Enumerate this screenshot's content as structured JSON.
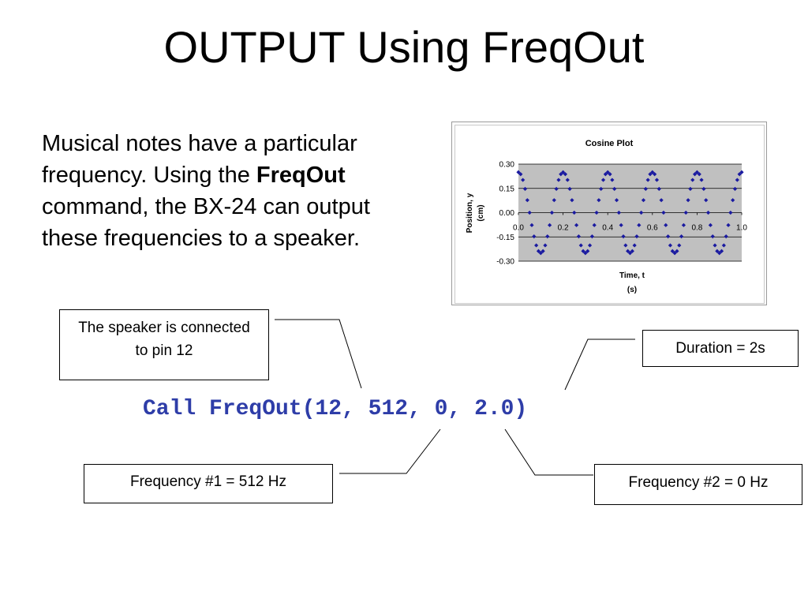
{
  "slide": {
    "title": "OUTPUT Using FreqOut",
    "body_parts": [
      "Musical notes have a particular frequency.  Using the ",
      "FreqOut",
      " command, the BX-24 can output these frequencies to a speaker."
    ],
    "code": "Call FreqOut(12, 512, 0, 2.0)",
    "code_color": "#2e3da8",
    "callouts": {
      "pin": "The speaker is connected to pin 12",
      "duration": "Duration = 2s",
      "freq1": "Frequency #1 = 512 Hz",
      "freq2": "Frequency #2 = 0 Hz"
    }
  },
  "chart_data": {
    "type": "scatter",
    "title": "Cosine Plot",
    "xlabel": "Time, t (s)",
    "ylabel": "Position, y (cm)",
    "xlim": [
      0,
      1.0
    ],
    "ylim": [
      -0.3,
      0.3
    ],
    "xticks": [
      "0.0",
      "0.2",
      "0.4",
      "0.6",
      "0.8",
      "1.0"
    ],
    "yticks": [
      "0.30",
      "0.15",
      "0.00",
      "-0.15",
      "-0.30"
    ],
    "series": [
      {
        "function": "y = 0.25*cos(2*pi*5*t)",
        "amplitude": 0.25,
        "frequency_hz": 5,
        "t_start": 0,
        "t_end": 1.0,
        "samples": 101,
        "color": "#1a1aa0",
        "marker": "diamond"
      }
    ],
    "plot_area_color": "#c0c0c0",
    "grid": "horizontal",
    "legend": "none"
  }
}
